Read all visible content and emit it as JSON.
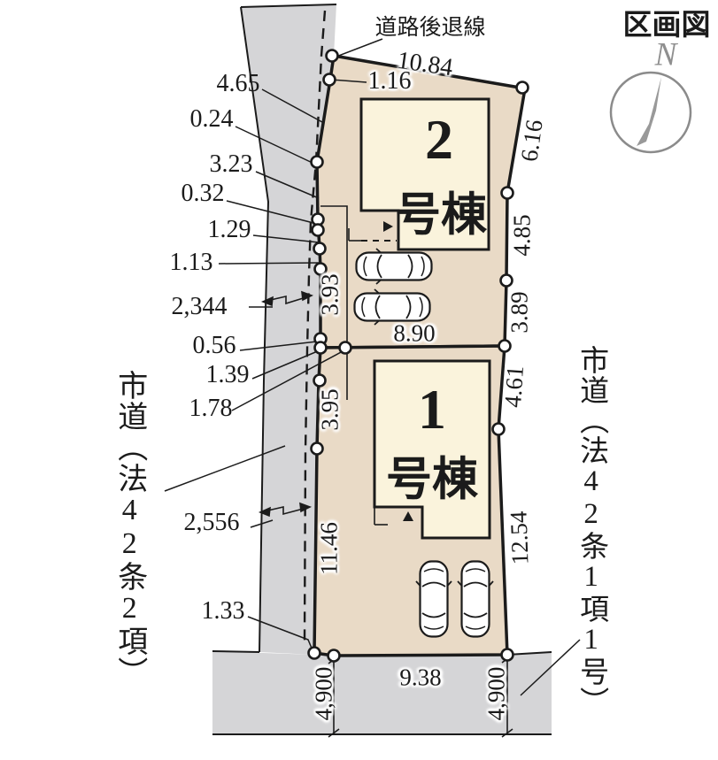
{
  "title": "区画図",
  "compass": {
    "north": "N"
  },
  "plan": {
    "setback_label": "道路後退線",
    "roads": {
      "left_label": "市道（法42条2項）",
      "right_label": "市道（法42条1項1号）"
    },
    "buildings": [
      {
        "num": "2",
        "suffix": "号棟"
      },
      {
        "num": "1",
        "suffix": "号棟"
      }
    ],
    "dims": {
      "t1084": "10.84",
      "t116": "1.16",
      "l465": "4.65",
      "l024": "0.24",
      "l323": "3.23",
      "l032": "0.32",
      "l129": "1.29",
      "l113": "1.13",
      "l2344": "2,344",
      "l056": "0.56",
      "l139": "1.39",
      "l178": "1.78",
      "l2556": "2,556",
      "l133": "1.33",
      "s393": "3.93",
      "s395": "3.95",
      "s1146": "11.46",
      "r616": "6.16",
      "r485": "4.85",
      "r389": "3.89",
      "r461": "4.61",
      "r1254": "12.54",
      "b890": "8.90",
      "b938": "9.38",
      "b4900l": "4,900",
      "b4900r": "4,900"
    },
    "colors": {
      "road_gray": "#d5d5d7",
      "lot_beige": "#e9dac6",
      "building_cream": "#faf3dc",
      "line_black": "#1b1b1b",
      "compass_gray": "#999999"
    }
  }
}
